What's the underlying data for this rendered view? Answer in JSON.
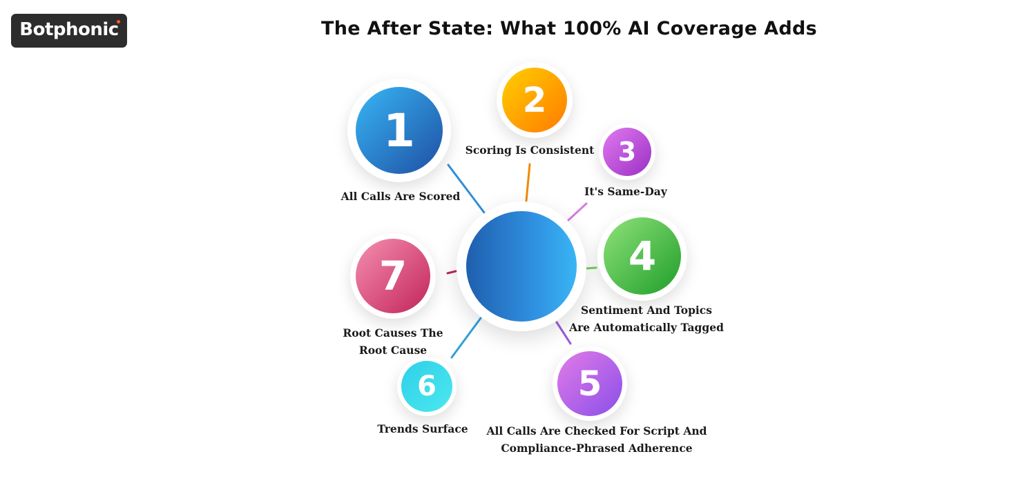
{
  "brand": {
    "logo_text": "Botphonic",
    "accent": "#ff5a1f"
  },
  "title": "The After State: What 100% AI Coverage Adds",
  "items": [
    {
      "number": "1",
      "lines": [
        "All Calls Are Scored"
      ],
      "color_from": "#38b6f5",
      "color_to": "#1e4fa3"
    },
    {
      "number": "2",
      "lines": [
        "Scoring Is Consistent"
      ],
      "color_from": "#ffd000",
      "color_to": "#ff7a00"
    },
    {
      "number": "3",
      "lines": [
        "It's Same-Day"
      ],
      "color_from": "#e07af0",
      "color_to": "#9b2fc4"
    },
    {
      "number": "4",
      "lines": [
        "Sentiment And Topics",
        "Are Automatically Tagged"
      ],
      "color_from": "#8fe27a",
      "color_to": "#1f9e2a"
    },
    {
      "number": "5",
      "lines": [
        "All Calls Are Checked For Script And",
        "Compliance-Phrased Adherence"
      ],
      "color_from": "#e27be8",
      "color_to": "#8a4fe8"
    },
    {
      "number": "6",
      "lines": [
        "Trends Surface"
      ],
      "color_from": "#2ed0e8",
      "color_to": "#4ce8f0"
    },
    {
      "number": "7",
      "lines": [
        "Root Causes The",
        "Root Cause"
      ],
      "color_from": "#f58fb0",
      "color_to": "#c2245a"
    }
  ]
}
